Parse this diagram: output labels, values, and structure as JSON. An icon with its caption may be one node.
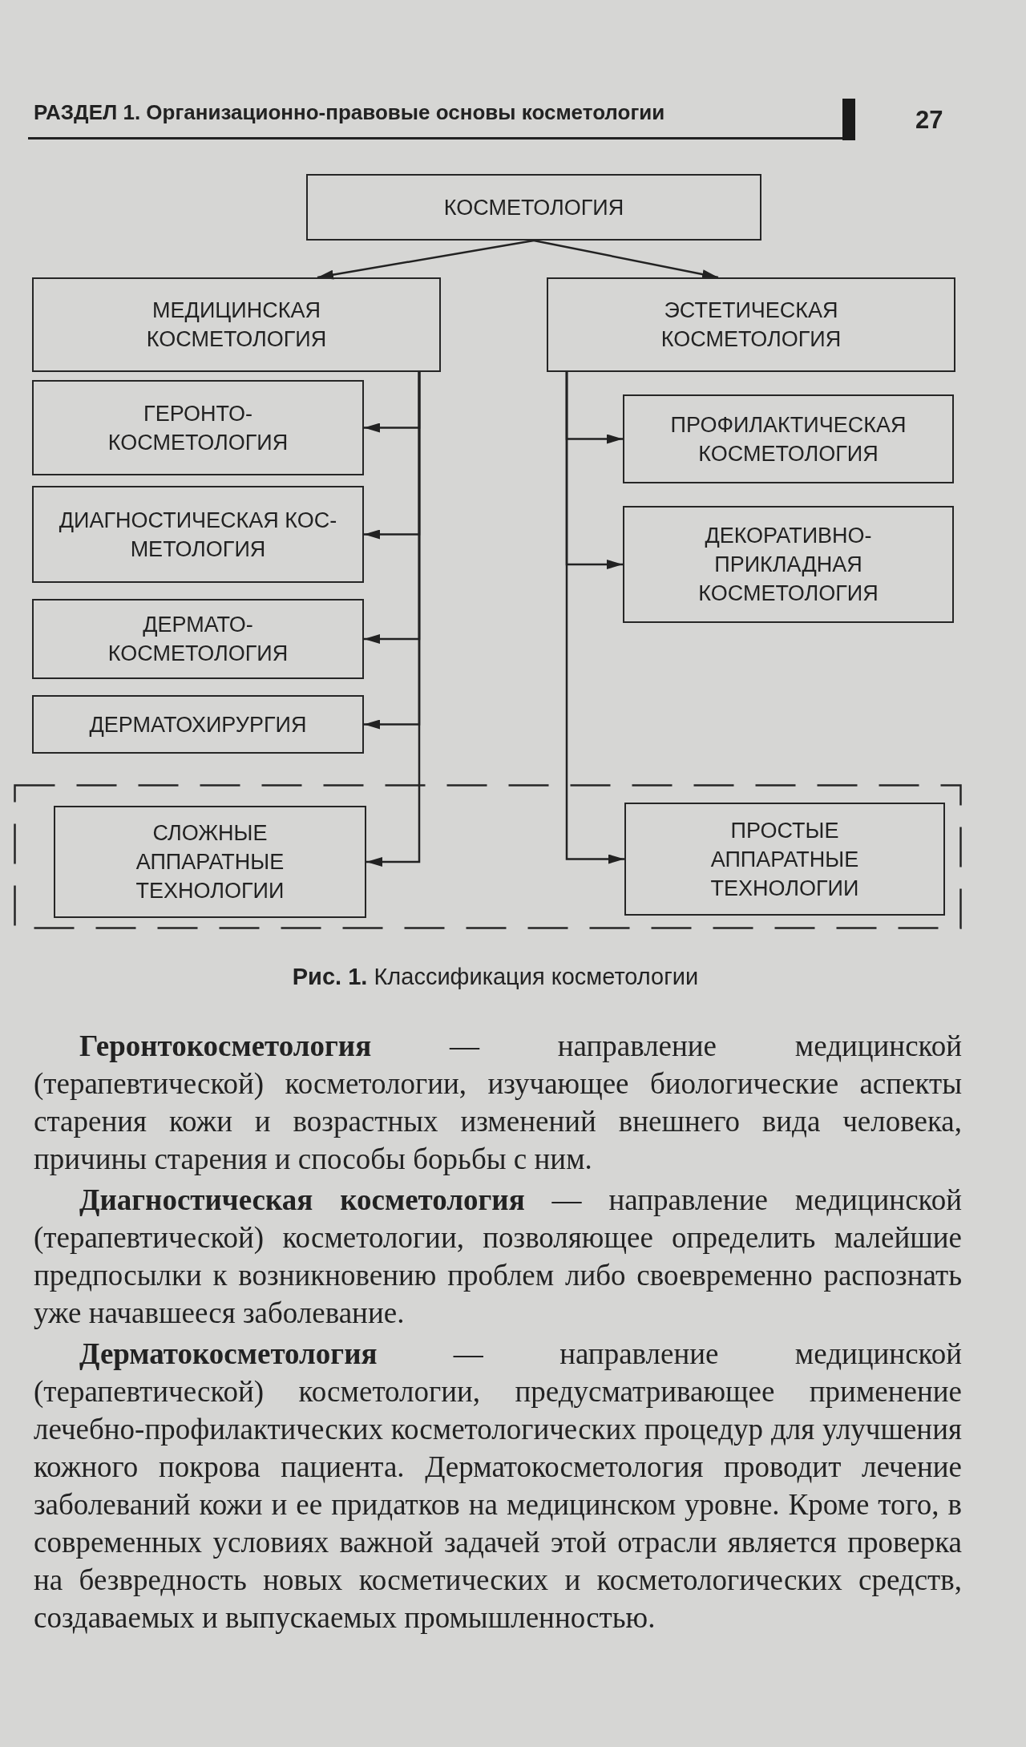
{
  "diagram": {
    "caption": "**Рис. 1.** Классификация косметологии",
    "nodes": [
      {
        "text": [
          "КОСМЕТОЛОГИЯ"
        ]
      },
      {
        "text": [
          "МЕДИЦИНСКАЯ КОСМЕТОЛОГИЯ"
        ]
      },
      {
        "text": [
          "ЭСТЕТИЧЕСКАЯ КОСМЕТОЛОГИЯ"
        ]
      },
      {
        "text": [
          "ГЕРОНТО- КОСМЕТОЛОГИЯ"
        ]
      },
      {
        "text": [
          "ПРОФИЛАКТИЧЕСКАЯ КОСМЕТОЛОГИЯ"
        ]
      },
      {
        "text": [
          "ДИАГНОСТИЧЕСКАЯ КОС- МЕТОЛОГИЯ"
        ]
      },
      {
        "text": [
          "ДЕКОРАТИВНО- ПРИКЛАДНАЯ КОСМЕТОЛОГИЯ"
        ]
      },
      {
        "text": [
          "ДЕРМАТО- КОСМЕТОЛОГИЯ"
        ]
      },
      {
        "text": [
          "ДЕРМАТОХИРУРГИЯ"
        ]
      },
      {
        "text": [],
        "shape": "box"
      },
      {
        "text": [
          "СЛОЖНЫЕ АППАРАТНЫЕ ТЕХНОЛОГИИ"
        ],
        "in": 9
      },
      {
        "text": [
          "ПРОСТЫЕ АППАРАТНЫЕ ТЕХНОЛОГИИ"
        ],
        "in": 9
      }
    ],
    "edges": [
      {
        "from": 0,
        "to": 1,
        "arrow": "to"
      },
      {
        "from": 0,
        "to": 2,
        "arrow": "to"
      },
      {
        "from": 1,
        "to": 3,
        "arrow": "to"
      },
      {
        "from": 1,
        "to": 5,
        "arrow": "to"
      },
      {
        "from": 1,
        "to": 7,
        "arrow": "to"
      },
      {
        "from": 1,
        "to": 8,
        "arrow": "to"
      },
      {
        "from": 1,
        "to": 10,
        "arrow": "to"
      },
      {
        "from": 2,
        "to": 4,
        "arrow": "to"
      },
      {
        "from": 2,
        "to": 6,
        "arrow": "to"
      },
      {
        "from": 2,
        "to": 11,
        "arrow": "to"
      }
    ],
    "labels": [
      "РАЗДЕЛ 1. Организационно-правовые основы косметологии",
      "27",
      "**Геронтокосметология** — направление медицинской (терапевтической) косметологии, изучающее биологические аспекты старения кожи и возрастных изменений внешнего вида человека, причины старения и способы борьбы с ним.",
      "**Диагностическая косметология** — направление медицинской (терапевтической) косметологии, позволяющее определить малейшие предпосылки к возникновению проблем либо своевременно распознать уже начавшееся заболевание.",
      "**Дерматокосметология** — направление медицинской (терапевтической) косметологии, предусматривающее применение лечебно-профилактических косметологических процедур для улучшения кожного покрова пациента. Дерматокосметология проводит лечение заболеваний кожи и ее придатков на медицинском уровне. Кроме того, в современных условиях важной задачей этой отрасли является проверка на безвредность новых косметических и косметологических средств, создаваемых и выпускаемых промышленностью."
    ]
  }
}
